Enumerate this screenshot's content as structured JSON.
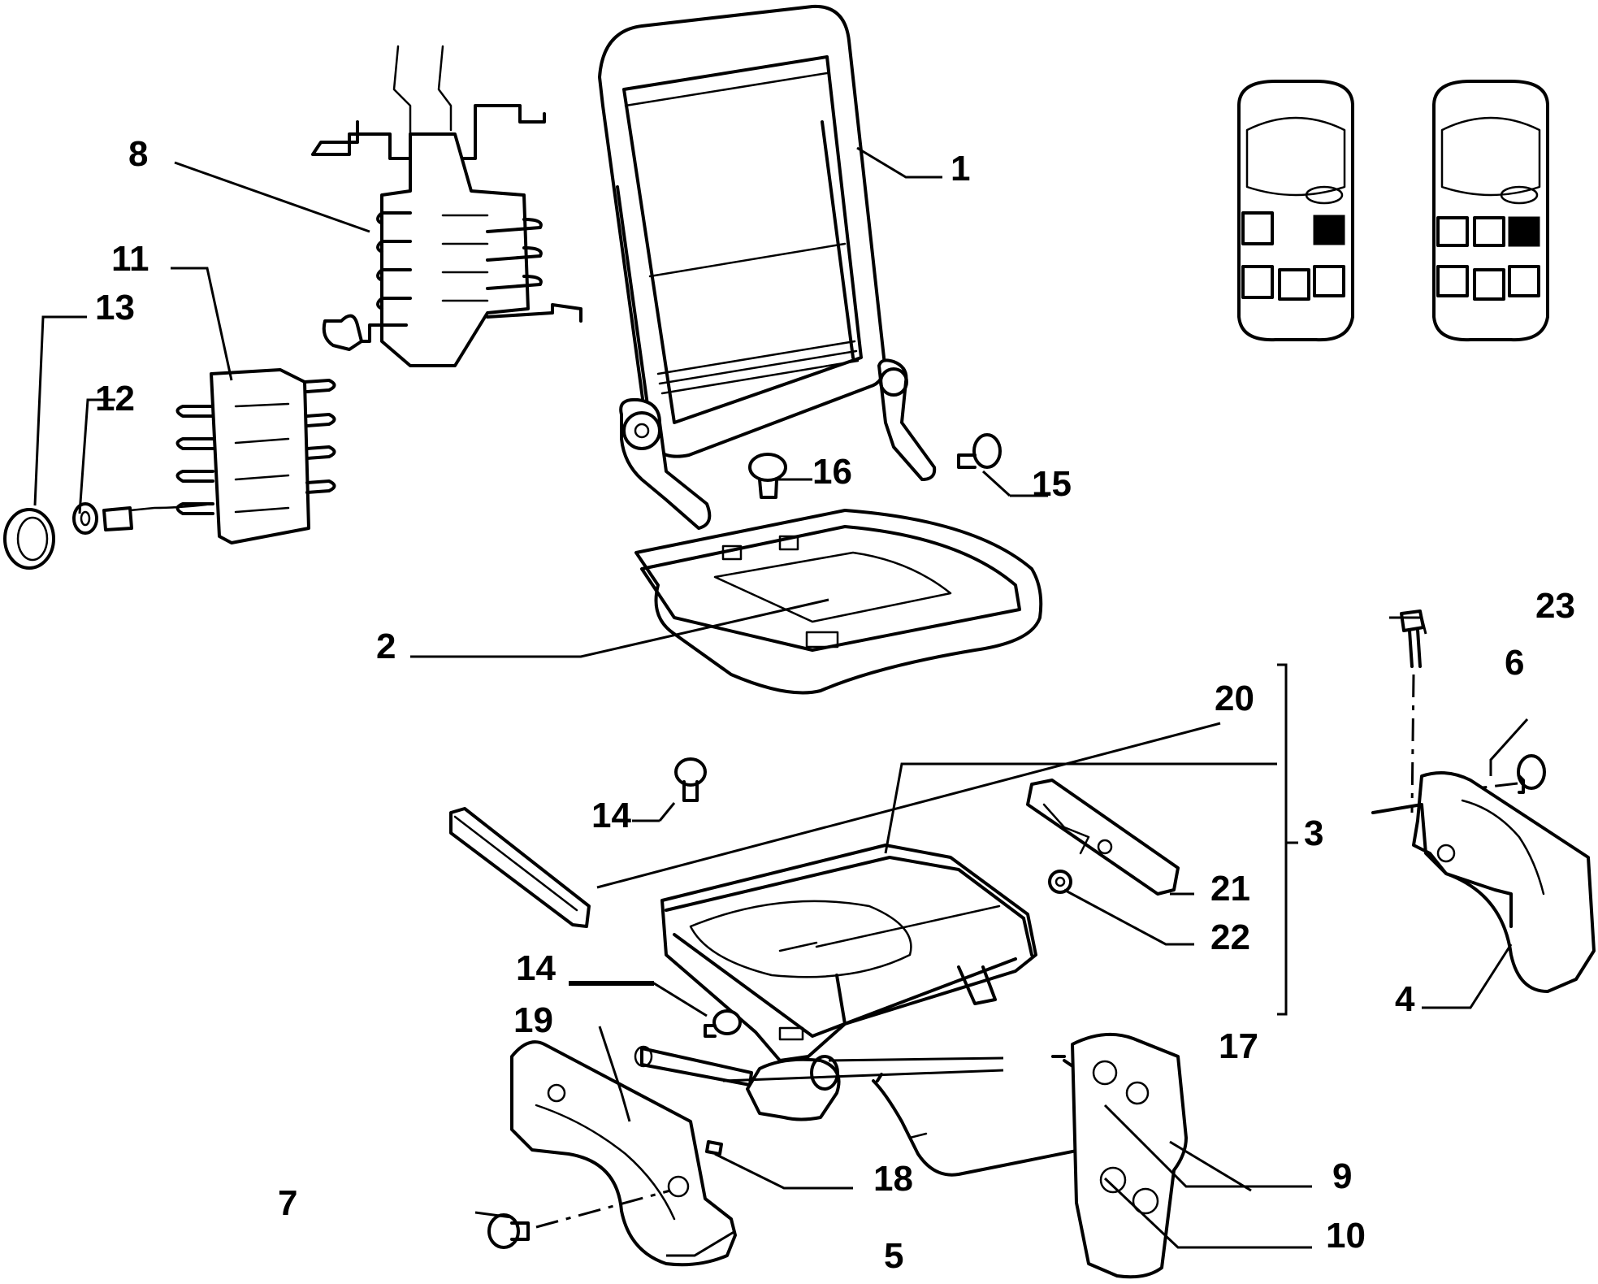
{
  "callouts": {
    "c1": "1",
    "c2": "2",
    "c3": "3",
    "c4": "4",
    "c5": "5",
    "c6": "6",
    "c7": "7",
    "c8": "8",
    "c9": "9",
    "c10": "10",
    "c11": "11",
    "c12": "12",
    "c13": "13",
    "c14a": "14",
    "c14b": "14",
    "c15": "15",
    "c16": "16",
    "c17": "17",
    "c18": "18",
    "c19": "19",
    "c20": "20",
    "c21": "21",
    "c22": "22",
    "c23": "23"
  },
  "icons": {
    "seat-map-left": "car-seat-map-icon",
    "seat-map-right": "car-seat-map-icon"
  },
  "colors": {
    "line": "#000000",
    "background": "#ffffff"
  }
}
